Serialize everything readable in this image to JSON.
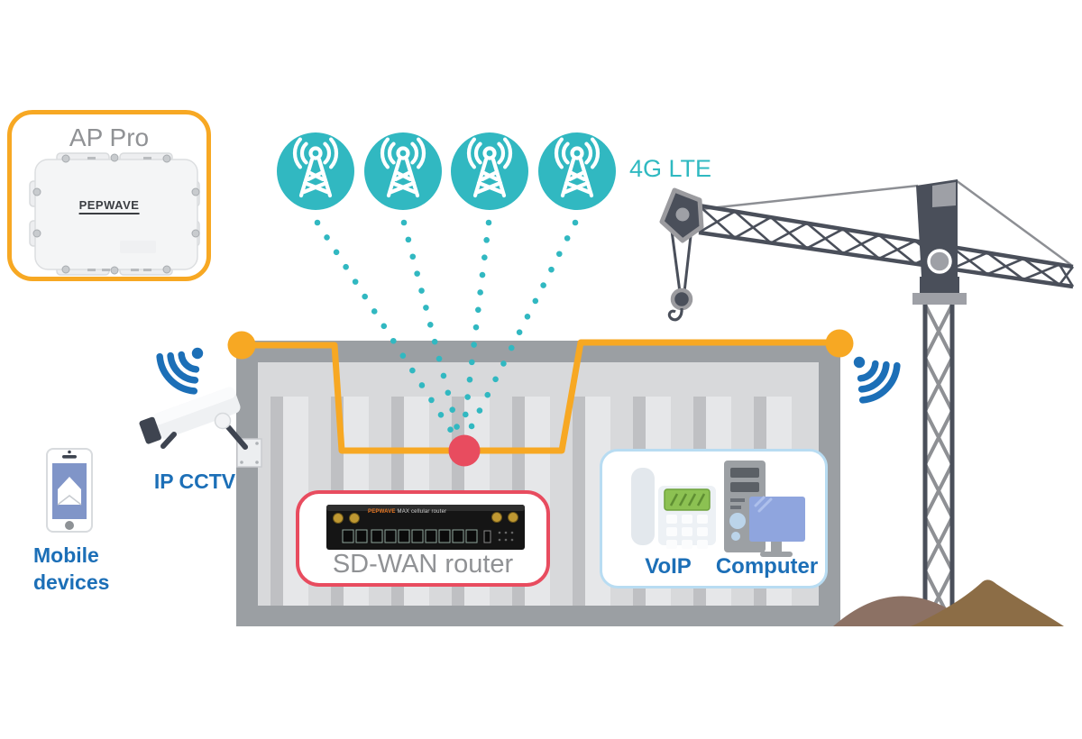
{
  "labels": {
    "ap_pro": "AP Pro",
    "lte": "4G LTE",
    "ip_cctv": "IP CCTV",
    "mobile_devices": "Mobile devices",
    "sd_wan": "SD-WAN router",
    "voip": "VoIP",
    "computer": "Computer"
  },
  "devices": {
    "ap_logo": "PEPWAVE",
    "router_brand": "PEPWAVE",
    "router_model": " MAX cellular router"
  },
  "network": {
    "cellular_nodes": 4,
    "node_icon": "cell-tower-icon",
    "links": "dotted cellular links converging on SD-WAN router uplink node"
  },
  "colors": {
    "teal": "#31B8C1",
    "blue": "#1C6FB7",
    "orange": "#F7A823",
    "pink": "#E84C5F",
    "gray_text": "#909295",
    "crane_dark": "#4A4F5A",
    "crane_gray": "#8D8F94",
    "building_frame": "#9B9FA3",
    "building_panel": "#D8D9DB",
    "stripe_light": "#E6E7E9",
    "stripe_dark": "#BFC0C3",
    "mound_left": "#8C7164",
    "mound_right": "#8C6D46",
    "phone_screen": "#8095C8",
    "monitor_blue": "#8FA5DE",
    "voip_green": "#8CC152",
    "router_black": "#151515",
    "antenna_gold": "#BF9832",
    "box_blue_border": "#B8DCF2"
  }
}
